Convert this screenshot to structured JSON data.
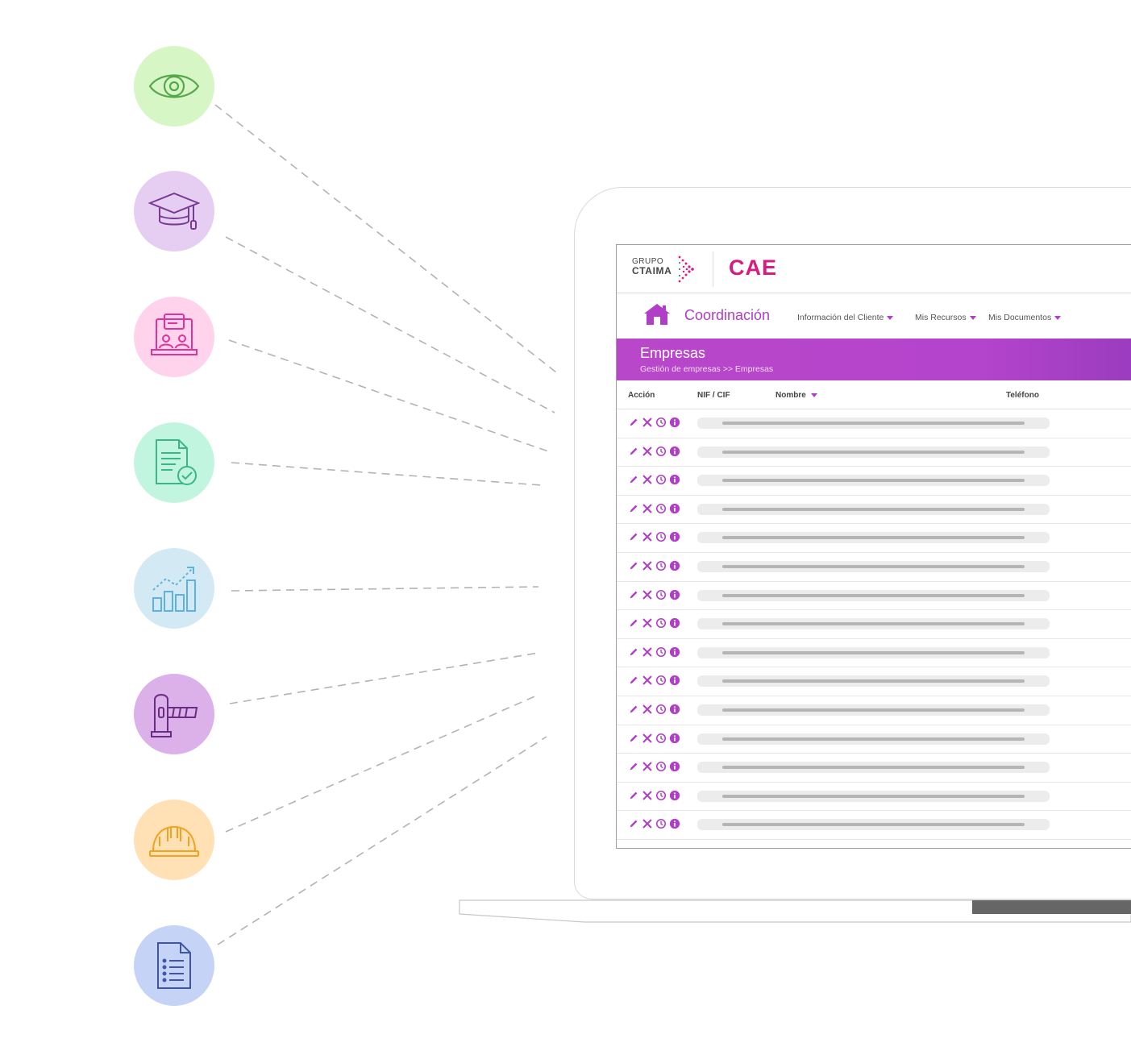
{
  "features": [
    {
      "icon": "eye-icon",
      "bg": "#d7f6c6",
      "stroke": "#55a84a"
    },
    {
      "icon": "graduation-cap-icon",
      "bg": "#e6cef2",
      "stroke": "#7a3a93"
    },
    {
      "icon": "online-training-icon",
      "bg": "#ffd3ec",
      "stroke": "#e0329a"
    },
    {
      "icon": "approved-document-icon",
      "bg": "#c2f5e0",
      "stroke": "#3bb58a"
    },
    {
      "icon": "growth-chart-icon",
      "bg": "#d3e9f4",
      "stroke": "#5cb3e3"
    },
    {
      "icon": "access-barrier-icon",
      "bg": "#dcb0e8",
      "stroke": "#6a2d84"
    },
    {
      "icon": "safety-helmet-icon",
      "bg": "#ffe1b5",
      "stroke": "#f2a21d"
    },
    {
      "icon": "document-list-icon",
      "bg": "#c4d3f6",
      "stroke": "#3f56a8"
    }
  ],
  "app": {
    "brand_line1": "GRUPO",
    "brand_line2": "CTAIMA",
    "name": "CAE",
    "section": "Coordinación",
    "menu": [
      "Información del Cliente",
      "Mis Recursos",
      "Mis Documentos"
    ],
    "page_title": "Empresas",
    "breadcrumb": "Gestión de empresas >> Empresas",
    "columns": {
      "accion": "Acción",
      "nif": "NIF / CIF",
      "nombre": "Nombre",
      "telefono": "Teléfono"
    },
    "row_count": 15,
    "accent": "#b03ec7",
    "brand_color": "#d81b7e"
  }
}
